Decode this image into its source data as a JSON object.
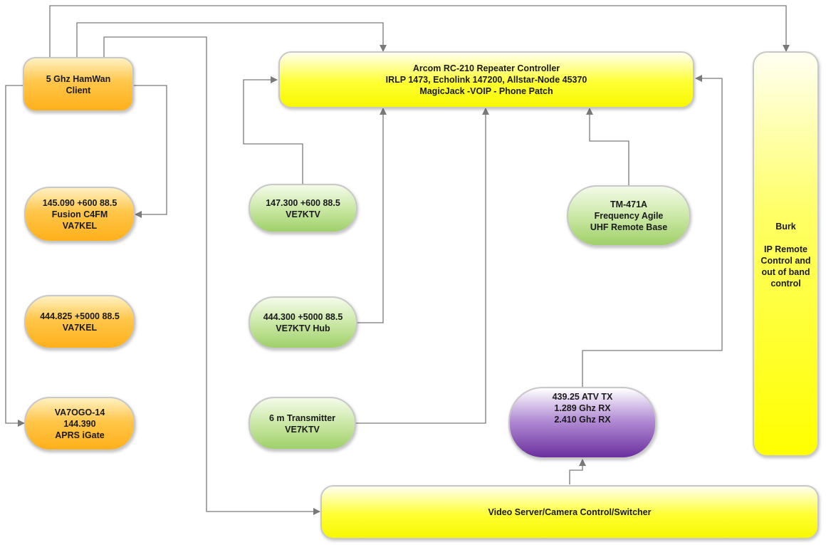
{
  "nodes": {
    "hamwan": "5 Ghz HamWan\nClient",
    "fusion": "145.090 +600 88.5\nFusion C4FM\nVA7KEL",
    "uhf444825": "444.825 +5000 88.5\nVA7KEL",
    "aprs": "VA7OGO-14\n144.390\nAPRS iGate",
    "controller": "Arcom RC-210 Repeater Controller\nIRLP 1473, Echolink 147200, Allstar-Node 45370\nMagicJack -VOIP -  Phone Patch",
    "vhf147300": "147.300 +600 88.5\nVE7KTV",
    "hub444300": "444.300 +5000 88.5\nVE7KTV Hub",
    "sixm": "6 m Transmitter\nVE7KTV",
    "tm471a": "TM-471A\nFrequency Agile\nUHF Remote Base",
    "atv": "439.25 ATV TX\n1.289 Ghz RX\n2.410 Ghz RX",
    "burk": "Burk\n\nIP Remote\nControl and\nout of band\ncontrol",
    "video": "Video Server/Camera Control/Switcher"
  },
  "colors": {
    "orange": "#ffb01a",
    "green": "#9fd06a",
    "purple": "#6b2f9e",
    "yellow": "#ffff00",
    "connector": "#7a7a7a"
  }
}
